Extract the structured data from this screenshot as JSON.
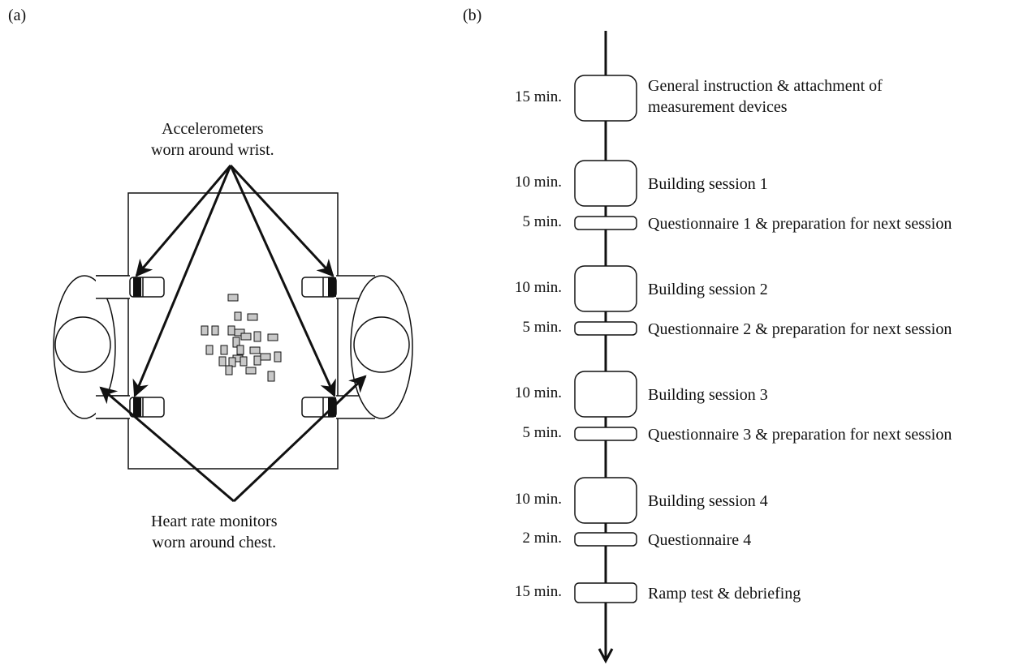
{
  "panels": {
    "a": "(a)",
    "b": "(b)"
  },
  "panel_a": {
    "accelerometer_label": [
      "Accelerometers",
      "worn around wrist."
    ],
    "heart_rate_label": [
      "Heart rate monitors",
      "worn around chest."
    ]
  },
  "panel_b": {
    "steps": [
      {
        "duration": "15 min.",
        "description": [
          "General instruction & attachment of",
          "measurement devices"
        ]
      },
      {
        "duration": "10 min.",
        "description": [
          "Building session 1"
        ]
      },
      {
        "duration": "5 min.",
        "description": [
          "Questionnaire 1 & preparation for next session"
        ]
      },
      {
        "duration": "10 min.",
        "description": [
          "Building session 2"
        ]
      },
      {
        "duration": "5 min.",
        "description": [
          "Questionnaire 2 & preparation for next session"
        ]
      },
      {
        "duration": "10 min.",
        "description": [
          "Building session 3"
        ]
      },
      {
        "duration": "5 min.",
        "description": [
          "Questionnaire 3 & preparation for next session"
        ]
      },
      {
        "duration": "10 min.",
        "description": [
          "Building session 4"
        ]
      },
      {
        "duration": "2 min.",
        "description": [
          "Questionnaire 4"
        ]
      },
      {
        "duration": "15 min.",
        "description": [
          "Ramp test & debriefing"
        ]
      }
    ]
  }
}
